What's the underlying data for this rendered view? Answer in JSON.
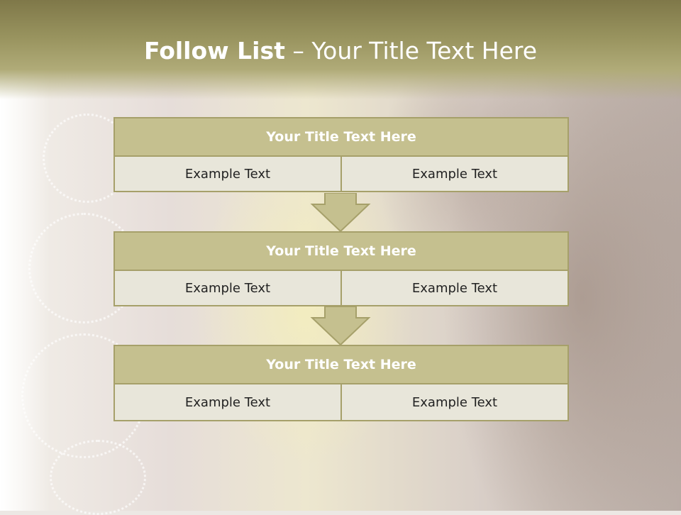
{
  "slide": {
    "title_bold": "Follow List",
    "title_rest": " – Your Title Text Here",
    "colors": {
      "header": "#9a9560",
      "block_title": "#c5c08f",
      "cell": "#e8e6da",
      "border": "#a6a06a",
      "arrow": "#c5c08f"
    }
  },
  "steps": [
    {
      "title": "Your Title Text Here",
      "left": "Example Text",
      "right": "Example Text"
    },
    {
      "title": "Your Title Text Here",
      "left": "Example Text",
      "right": "Example Text"
    },
    {
      "title": "Your Title Text Here",
      "left": "Example Text",
      "right": "Example Text"
    }
  ]
}
